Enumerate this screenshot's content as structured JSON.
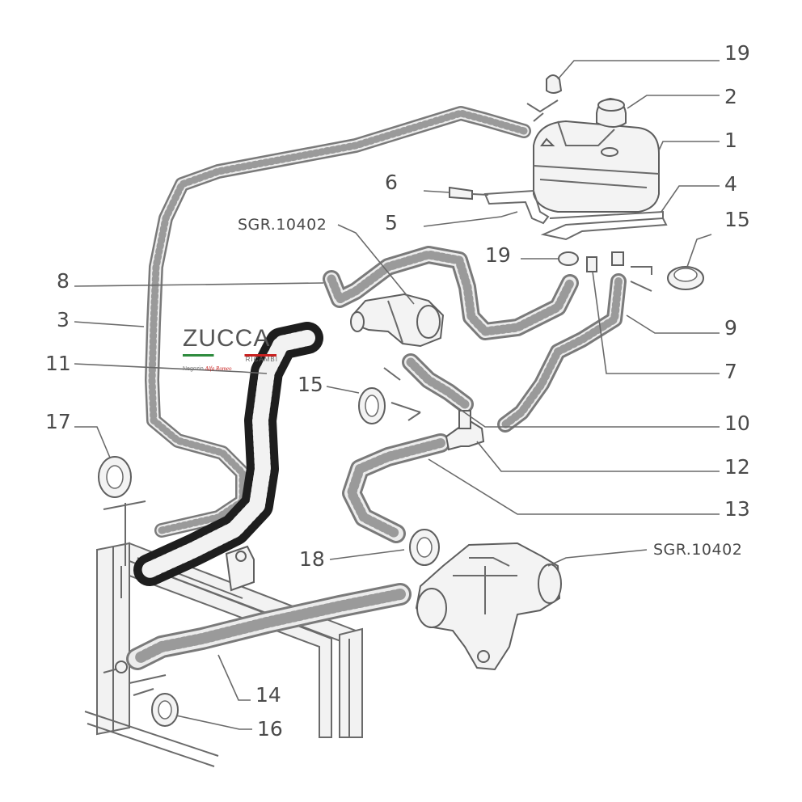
{
  "diagram": {
    "callouts": [
      {
        "id": "c19a",
        "text": "19"
      },
      {
        "id": "c2",
        "text": "2"
      },
      {
        "id": "c1",
        "text": "1"
      },
      {
        "id": "c4",
        "text": "4"
      },
      {
        "id": "c15a",
        "text": "15"
      },
      {
        "id": "c6",
        "text": "6"
      },
      {
        "id": "c5",
        "text": "5"
      },
      {
        "id": "csgr1",
        "text": "SGR.10402"
      },
      {
        "id": "c19b",
        "text": "19"
      },
      {
        "id": "c8",
        "text": "8"
      },
      {
        "id": "c3",
        "text": "3"
      },
      {
        "id": "c9",
        "text": "9"
      },
      {
        "id": "c11",
        "text": "11"
      },
      {
        "id": "c7",
        "text": "7"
      },
      {
        "id": "c15b",
        "text": "15"
      },
      {
        "id": "c10",
        "text": "10"
      },
      {
        "id": "c17",
        "text": "17"
      },
      {
        "id": "c12",
        "text": "12"
      },
      {
        "id": "c13",
        "text": "13"
      },
      {
        "id": "c18",
        "text": "18"
      },
      {
        "id": "csgr2",
        "text": "SGR.10402"
      },
      {
        "id": "c14",
        "text": "14"
      },
      {
        "id": "c16",
        "text": "16"
      }
    ]
  },
  "watermark": {
    "brand": "ZUCCA",
    "sub": "RICAMBI",
    "shop_prefix": "Negozio",
    "shop_name": "Alfa Romeo",
    "colors": {
      "green": "#2e8b3e",
      "white": "#ffffff",
      "red": "#c8201f"
    }
  },
  "colors": {
    "line": "#6a6a6a",
    "hose_fill": "#ececec",
    "highlight_hose": "#1e1e1e"
  }
}
